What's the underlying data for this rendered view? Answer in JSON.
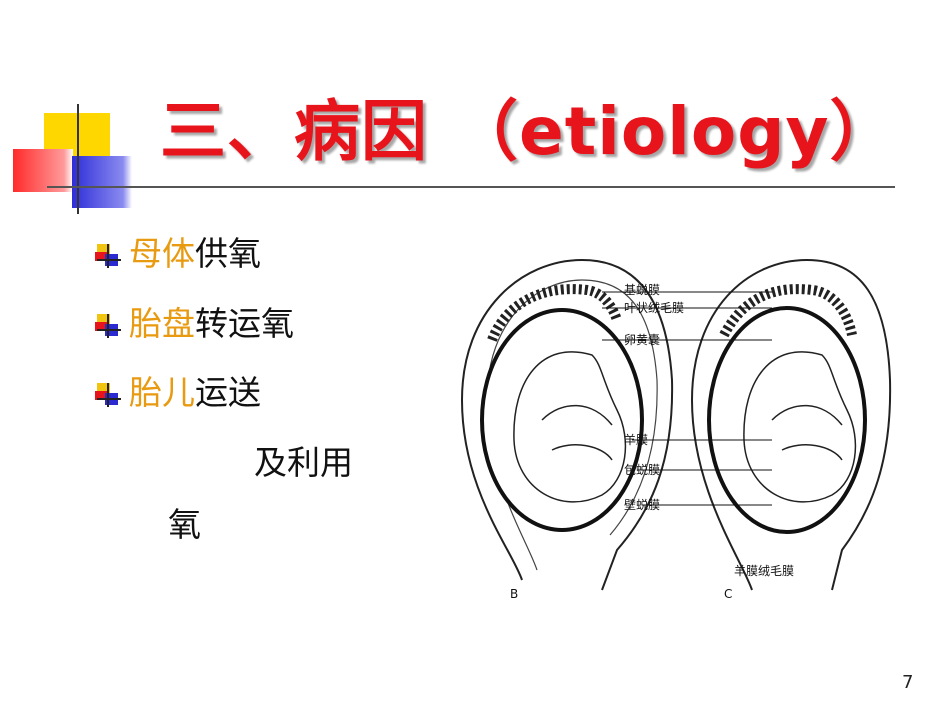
{
  "title": "三、病因 （etiology）",
  "bullets": [
    {
      "highlight": "母体",
      "rest": "供氧"
    },
    {
      "highlight": "胎盘",
      "rest": "转运氧"
    },
    {
      "highlight": "胎儿",
      "rest": "运送"
    }
  ],
  "continuation": [
    "及利用",
    "氧"
  ],
  "figure": {
    "labels": {
      "basal_decidua": "基蜕膜",
      "chorion_frondosum": "叶状绒毛膜",
      "yolk_sac": "卵黄囊",
      "amnion": "羊膜",
      "capsular_decidua": "包蜕膜",
      "parietal_decidua": "壁蜕膜",
      "amniochorion": "羊膜绒毛膜"
    },
    "panel_letters": [
      "B",
      "C"
    ]
  },
  "page_number": "7",
  "colors": {
    "title": "#e8141b",
    "highlight": "#e89a10"
  }
}
